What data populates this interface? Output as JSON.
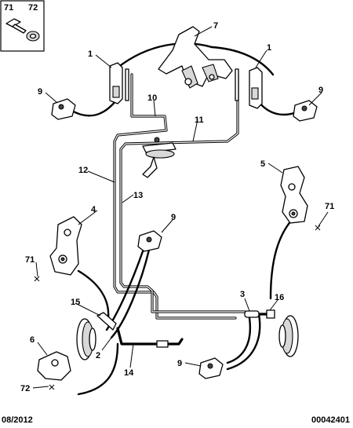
{
  "inset": {
    "labels": [
      "71",
      "72"
    ]
  },
  "callouts": [
    "1",
    "7",
    "1",
    "9",
    "10",
    "11",
    "9",
    "12",
    "13",
    "5",
    "4",
    "9",
    "71",
    "71",
    "15",
    "3",
    "16",
    "6",
    "2",
    "14",
    "9",
    "72"
  ],
  "footer": {
    "date": "08/2012",
    "reference": "00042401"
  }
}
